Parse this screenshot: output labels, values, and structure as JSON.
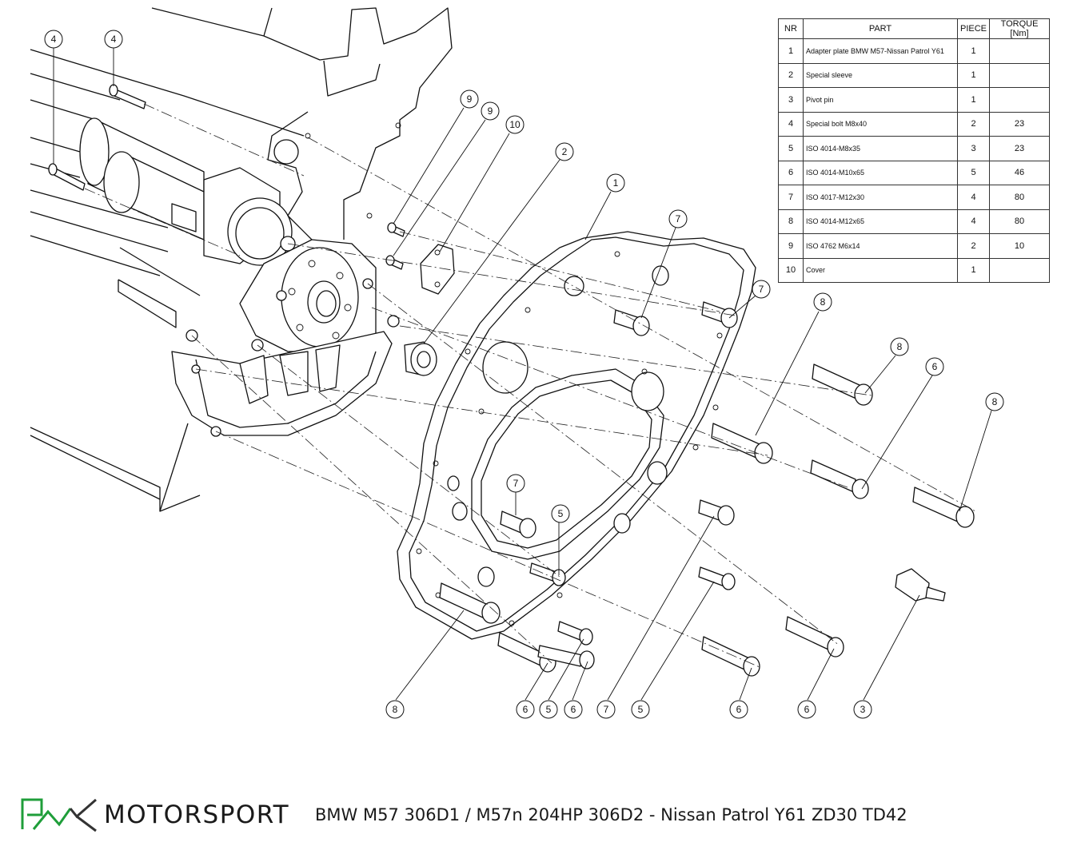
{
  "table": {
    "headers": [
      "NR",
      "PART",
      "PIECE",
      "TORQUE [Nm]"
    ],
    "rows": [
      {
        "nr": "1",
        "part": "Adapter plate BMW M57-Nissan Patrol Y61",
        "piece": "1",
        "torque": ""
      },
      {
        "nr": "2",
        "part": "Special sleeve",
        "piece": "1",
        "torque": ""
      },
      {
        "nr": "3",
        "part": "Pivot pin",
        "piece": "1",
        "torque": ""
      },
      {
        "nr": "4",
        "part": "Special bolt M8x40",
        "piece": "2",
        "torque": "23"
      },
      {
        "nr": "5",
        "part": "ISO 4014-M8x35",
        "piece": "3",
        "torque": "23"
      },
      {
        "nr": "6",
        "part": "ISO 4014-M10x65",
        "piece": "5",
        "torque": "46"
      },
      {
        "nr": "7",
        "part": "ISO 4017-M12x30",
        "piece": "4",
        "torque": "80"
      },
      {
        "nr": "8",
        "part": "ISO 4014-M12x65",
        "piece": "4",
        "torque": "80"
      },
      {
        "nr": "9",
        "part": "ISO 4762 M6x14",
        "piece": "2",
        "torque": "10"
      },
      {
        "nr": "10",
        "part": "Cover",
        "piece": "1",
        "torque": ""
      }
    ]
  },
  "balloons": [
    "4",
    "4",
    "9",
    "9",
    "10",
    "2",
    "1",
    "7",
    "7",
    "8",
    "8",
    "6",
    "8",
    "7",
    "5",
    "8",
    "6",
    "5",
    "6",
    "7",
    "5",
    "6",
    "6",
    "3"
  ],
  "footer": {
    "brand": "MOTORSPORT",
    "caption": "BMW M57 306D1 / M57n 204HP 306D2 - Nissan Patrol Y61 ZD30 TD42"
  },
  "colors": {
    "logo_green": "#1f9e3a",
    "logo_dark": "#333333",
    "line": "#111111"
  }
}
